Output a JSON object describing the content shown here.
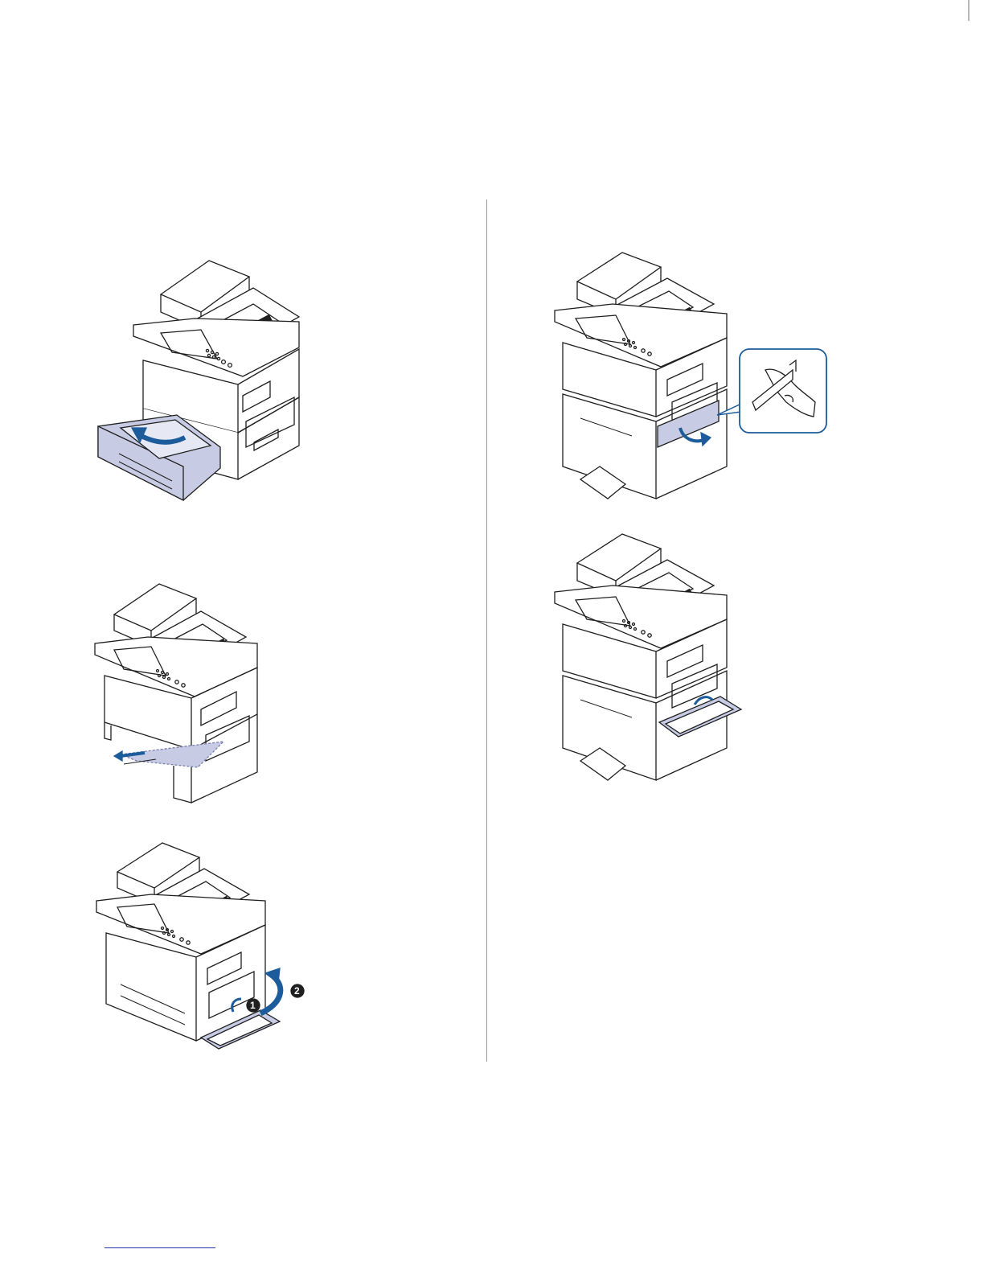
{
  "figures": [
    {
      "id": "fig-tray-pull",
      "callouts": []
    },
    {
      "id": "fig-paper-under-tray",
      "callouts": []
    },
    {
      "id": "fig-side-door-open",
      "callouts": [
        "1",
        "2"
      ]
    },
    {
      "id": "fig-lower-cover-open",
      "callouts": []
    },
    {
      "id": "fig-lower-cover-closed",
      "callouts": []
    }
  ],
  "colors": {
    "line": "#1f1f1f",
    "accent_blue": "#1d5c9a",
    "tray_fill": "#c7cbe4",
    "paper_fill": "#e6e8f4"
  }
}
